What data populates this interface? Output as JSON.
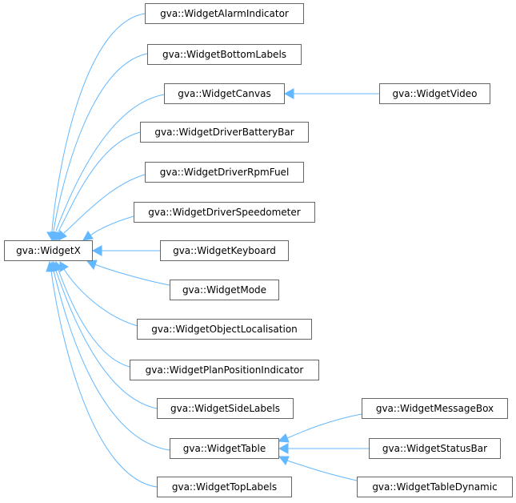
{
  "diagram": {
    "type": "class-inheritance-graph",
    "colors": {
      "edge": "#63b8ff",
      "node_border": "#666666",
      "node_fill": "#ffffff",
      "text": "#000000"
    },
    "nodes": {
      "widget_x": "gva::WidgetX",
      "alarm_indicator": "gva::WidgetAlarmIndicator",
      "bottom_labels": "gva::WidgetBottomLabels",
      "canvas": "gva::WidgetCanvas",
      "video": "gva::WidgetVideo",
      "driver_battery_bar": "gva::WidgetDriverBatteryBar",
      "driver_rpm_fuel": "gva::WidgetDriverRpmFuel",
      "driver_speedometer": "gva::WidgetDriverSpeedometer",
      "keyboard": "gva::WidgetKeyboard",
      "mode": "gva::WidgetMode",
      "object_localisation": "gva::WidgetObjectLocalisation",
      "plan_position_indicator": "gva::WidgetPlanPositionIndicator",
      "side_labels": "gva::WidgetSideLabels",
      "table": "gva::WidgetTable",
      "message_box": "gva::WidgetMessageBox",
      "status_bar": "gva::WidgetStatusBar",
      "table_dynamic": "gva::WidgetTableDynamic",
      "top_labels": "gva::WidgetTopLabels"
    },
    "edges": [
      {
        "from": "alarm_indicator",
        "to": "widget_x"
      },
      {
        "from": "bottom_labels",
        "to": "widget_x"
      },
      {
        "from": "canvas",
        "to": "widget_x"
      },
      {
        "from": "video",
        "to": "canvas"
      },
      {
        "from": "driver_battery_bar",
        "to": "widget_x"
      },
      {
        "from": "driver_rpm_fuel",
        "to": "widget_x"
      },
      {
        "from": "driver_speedometer",
        "to": "widget_x"
      },
      {
        "from": "keyboard",
        "to": "widget_x"
      },
      {
        "from": "mode",
        "to": "widget_x"
      },
      {
        "from": "object_localisation",
        "to": "widget_x"
      },
      {
        "from": "plan_position_indicator",
        "to": "widget_x"
      },
      {
        "from": "side_labels",
        "to": "widget_x"
      },
      {
        "from": "table",
        "to": "widget_x"
      },
      {
        "from": "message_box",
        "to": "table"
      },
      {
        "from": "status_bar",
        "to": "table"
      },
      {
        "from": "table_dynamic",
        "to": "table"
      },
      {
        "from": "top_labels",
        "to": "widget_x"
      }
    ]
  }
}
